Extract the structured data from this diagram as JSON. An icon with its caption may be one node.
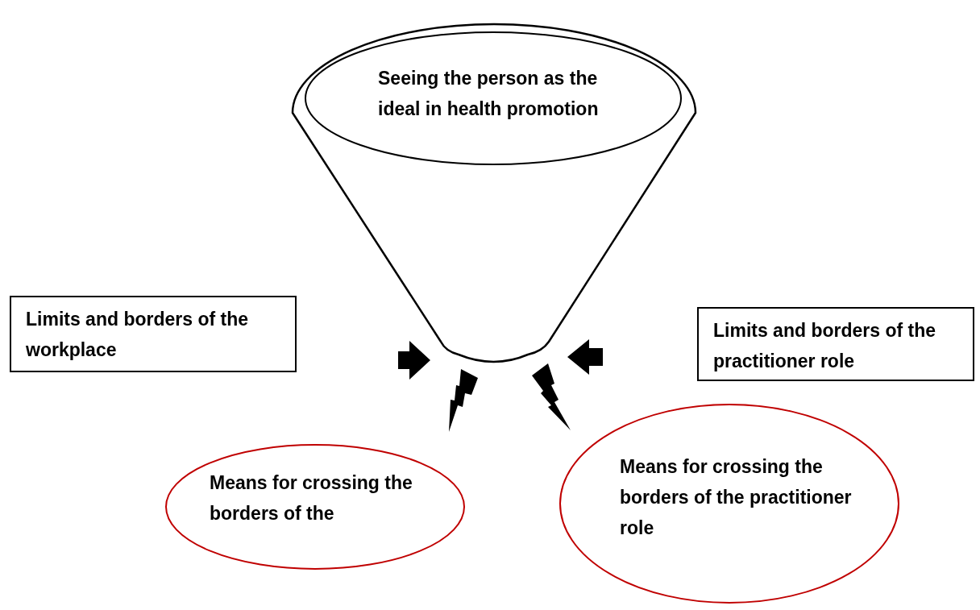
{
  "diagram": {
    "nodes": [
      {
        "text": [],
        "shape": "funnel"
      },
      {
        "text": [
          "Seeing the person as the ideal in health promotion"
        ],
        "in": 0
      },
      {
        "text": [
          "Limits and borders of the workplace"
        ]
      },
      {
        "text": [
          "Limits and borders of the practitioner role"
        ]
      },
      {
        "text": [
          "Means for crossing the borders of the"
        ]
      },
      {
        "text": [
          "Means for crossing the borders of the practitioner role"
        ]
      }
    ]
  }
}
